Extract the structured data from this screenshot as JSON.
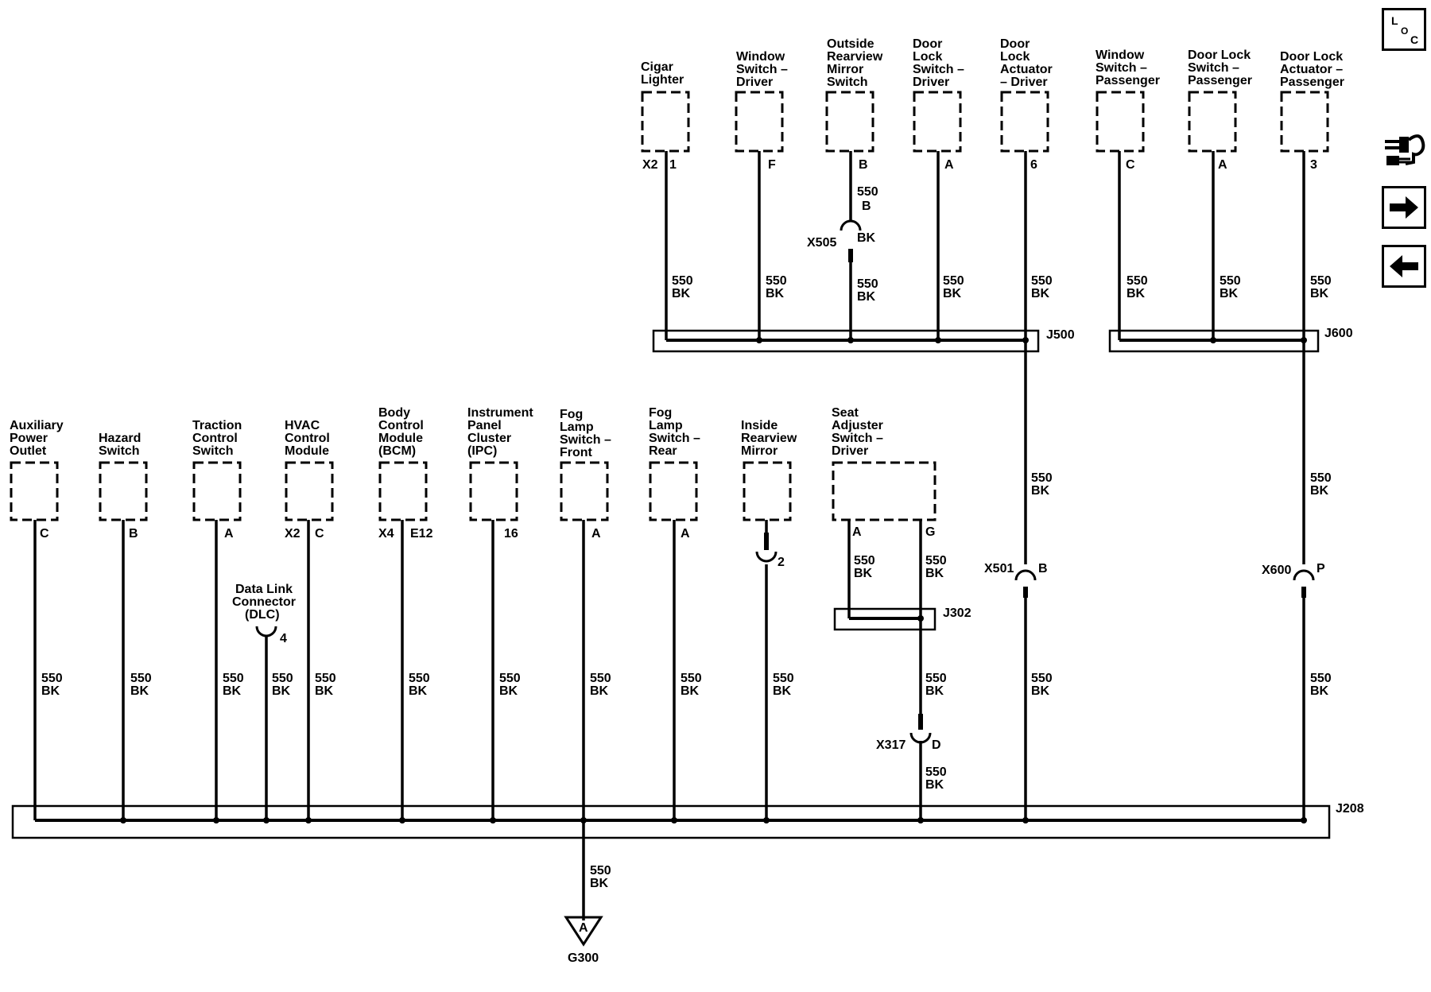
{
  "wire_label": {
    "circuit": "550",
    "color": "BK"
  },
  "top_components": [
    {
      "id": "cigar",
      "lines": [
        "Cigar",
        "Lighter"
      ],
      "connector": "X2",
      "pin": "1"
    },
    {
      "id": "win-drv",
      "lines": [
        "Window",
        "Switch –",
        "Driver"
      ],
      "connector": "",
      "pin": "F"
    },
    {
      "id": "mirror-sw",
      "lines": [
        "Outside",
        "Rearview",
        "Mirror",
        "Switch"
      ],
      "connector": "",
      "pin": "B"
    },
    {
      "id": "dls-drv",
      "lines": [
        "Door",
        "Lock",
        "Switch –",
        "Driver"
      ],
      "connector": "",
      "pin": "A"
    },
    {
      "id": "dla-drv",
      "lines": [
        "Door",
        "Lock",
        "Actuator",
        "– Driver"
      ],
      "connector": "",
      "pin": "6"
    },
    {
      "id": "win-pass",
      "lines": [
        "Window",
        "Switch –",
        "Passenger"
      ],
      "connector": "",
      "pin": "C"
    },
    {
      "id": "dls-pass",
      "lines": [
        "Door Lock",
        "Switch –",
        "Passenger"
      ],
      "connector": "",
      "pin": "A"
    },
    {
      "id": "dla-pass",
      "lines": [
        "Door Lock",
        "Actuator –",
        "Passenger"
      ],
      "connector": "",
      "pin": "3"
    }
  ],
  "bottom_components": [
    {
      "id": "aux",
      "lines": [
        "Auxiliary",
        "Power",
        "Outlet"
      ],
      "connector": "",
      "pin": "C"
    },
    {
      "id": "hazard",
      "lines": [
        "Hazard",
        "Switch"
      ],
      "connector": "",
      "pin": "B"
    },
    {
      "id": "traction",
      "lines": [
        "Traction",
        "Control",
        "Switch"
      ],
      "connector": "",
      "pin": "A"
    },
    {
      "id": "hvac",
      "lines": [
        "HVAC",
        "Control",
        "Module"
      ],
      "connector": "X2",
      "pin": "C"
    },
    {
      "id": "bcm",
      "lines": [
        "Body",
        "Control",
        "Module",
        "(BCM)"
      ],
      "connector": "X4",
      "pin": "E12"
    },
    {
      "id": "ipc",
      "lines": [
        "Instrument",
        "Panel",
        "Cluster",
        "(IPC)"
      ],
      "connector": "",
      "pin": "16"
    },
    {
      "id": "fog-front",
      "lines": [
        "Fog",
        "Lamp",
        "Switch –",
        "Front"
      ],
      "connector": "",
      "pin": "A"
    },
    {
      "id": "fog-rear",
      "lines": [
        "Fog",
        "Lamp",
        "Switch –",
        "Rear"
      ],
      "connector": "",
      "pin": "A"
    },
    {
      "id": "inside-mirror",
      "lines": [
        "Inside",
        "Rearview",
        "Mirror"
      ],
      "connector": "",
      "pin": "2"
    },
    {
      "id": "seat",
      "lines": [
        "Seat",
        "Adjuster",
        "Switch –",
        "Driver"
      ],
      "pin_a": "A",
      "pin_g": "G"
    }
  ],
  "dlc": {
    "lines": [
      "Data Link",
      "Connector",
      "(DLC)"
    ],
    "pin": "4"
  },
  "mirror_inline": {
    "wire_top": [
      "550",
      "B"
    ],
    "connector": "X505",
    "pin": "BK"
  },
  "splices": {
    "j500": "J500",
    "j600": "J600",
    "j302": "J302",
    "j208": "J208"
  },
  "inline_connectors": {
    "x501": {
      "name": "X501",
      "pin": "B"
    },
    "x600": {
      "name": "X600",
      "pin": "P"
    },
    "x317": {
      "name": "X317",
      "pin": "D"
    }
  },
  "ground": {
    "name": "G300",
    "letter": "A"
  },
  "nav": {
    "loc_lines": [
      "L",
      "O",
      "C"
    ]
  },
  "icons": {
    "loc": "loc-icon",
    "connector_view": "connector-plug-icon",
    "next": "arrow-right-icon",
    "prev": "arrow-left-icon"
  }
}
